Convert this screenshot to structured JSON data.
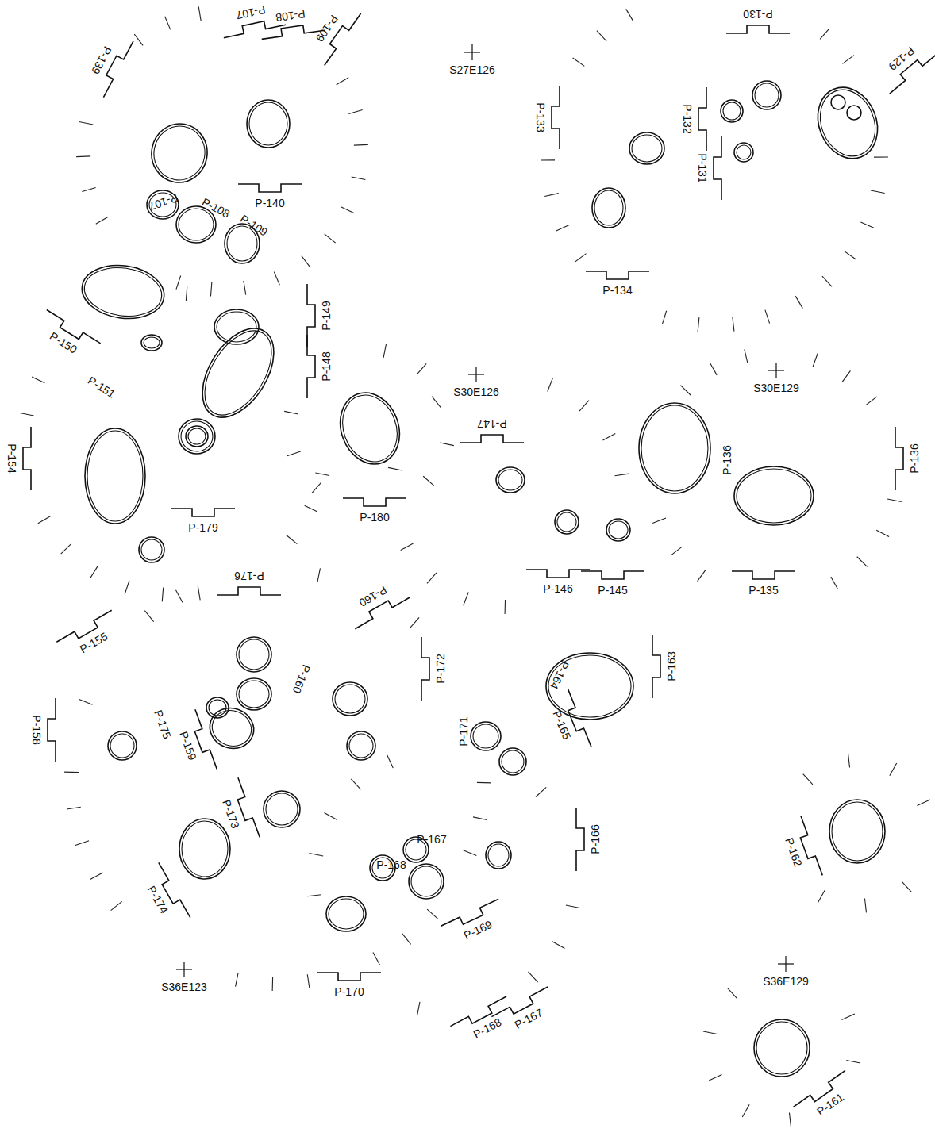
{
  "diagram": {
    "labels": [
      "P-107",
      "P-108",
      "P-109",
      "P-139",
      "S27E126",
      "P-130",
      "P-129",
      "P-133",
      "P-132",
      "P-131",
      "P-107",
      "P-108",
      "P-109",
      "P-140",
      "P-134",
      "P-149",
      "P-150",
      "P-151",
      "P-148",
      "S30E126",
      "S30E129",
      "P-154",
      "P-147",
      "P-136",
      "P-136",
      "P-179",
      "P-180",
      "P-176",
      "P-160",
      "P-146",
      "P-145",
      "P-135",
      "P-155",
      "P-172",
      "P-160",
      "P-164",
      "P-163",
      "P-171",
      "P-165",
      "P-175",
      "P-159",
      "P-158",
      "P-173",
      "P-168",
      "P-167",
      "P-166",
      "P-162",
      "P-174",
      "P-169",
      "S36E123",
      "P-170",
      "S36E129",
      "P-168",
      "P-167",
      "P-161"
    ]
  }
}
